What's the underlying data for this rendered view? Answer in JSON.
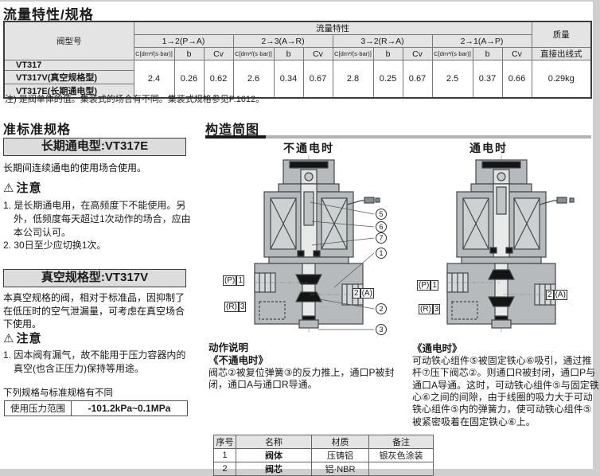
{
  "page_title": "流量特性/规格",
  "icons": {
    "warning": "⚠"
  },
  "colors": {
    "header_bg": "#e4e4e4",
    "box_bg": "#dcdcdc",
    "diagram_gray": "#b6babc",
    "rule_dark": "#191919",
    "rule_gray": "#b3b3b3"
  },
  "flow_table": {
    "model_header": "阀型号",
    "flow_header": "流量特性",
    "mass_header": "质量",
    "mass_sub_header": "直接出线式",
    "groups": [
      "1→2(P→A)",
      "2→3(A→R)",
      "3→2(R→A)",
      "2→1(A→P)"
    ],
    "sub_c": "C[dm³/(s·bar)]",
    "sub_b": "b",
    "sub_cv": "Cv",
    "models": [
      "VT317",
      "VT317V(真空规格型)",
      "VT317E(长期通电型)"
    ],
    "values": [
      "2.4",
      "0.26",
      "0.62",
      "2.6",
      "0.34",
      "0.67",
      "2.8",
      "0.25",
      "0.67",
      "2.5",
      "0.37",
      "0.66"
    ],
    "mass_value": "0.29kg"
  },
  "table_note": "注) 是阀单体的值。集装式的场合有不同。集装式规格参见P.1612。",
  "semi_standard": {
    "section_title": "准标准规格",
    "e_type": {
      "box_title": "长期通电型:VT317E",
      "desc": "长期间连续通电的使用场合使用。",
      "caution_title": "注意",
      "items": [
        "1. 是长期通电用，在高频度下不能使用。另外，低频度每天超过1次动作的场合，应由本公司认可。",
        "2. 30日至少应切换1次。"
      ]
    },
    "v_type": {
      "box_title": "真空规格型:VT317V",
      "desc": "本真空规格的阀，相对于标准品，因抑制了在低压时的空气泄漏量，可考虑在真空场合下使用。",
      "caution_title": "注意",
      "items": [
        "1. 因本阀有漏气，故不能用于压力容器内的真空(也含正压力)保持等用途。"
      ]
    },
    "diff_note": "下列规格与标准规格有不同",
    "pressure_row": {
      "label": "使用压力范围",
      "value": "-101.2kPa~0.1MPa"
    }
  },
  "construction": {
    "section_title": "构造简图",
    "left_diagram": {
      "title": "不通电时",
      "callouts": [
        "5",
        "6",
        "7",
        "1",
        "2",
        "3"
      ],
      "port_p": [
        "(P)",
        "1"
      ],
      "port_a": [
        "2",
        "(A)"
      ],
      "port_r": [
        "(R)",
        "3"
      ]
    },
    "right_diagram": {
      "title": "通电时",
      "port_p": [
        "(P)",
        "1"
      ],
      "port_a": [
        "2",
        "(A)"
      ],
      "port_r": [
        "(R)",
        "3"
      ]
    },
    "operation": {
      "title": "动作说明",
      "off_title": "《不通电时》",
      "off_text": "阀芯②被复位弹簧③的反力推上，通口P被封闭，通口A与通口R导通。",
      "on_title": "《通电时》",
      "on_text": "可动铁心组件⑤被固定铁心⑥吸引，通过推杆⑦压下阀芯②。则通口R被封闭，通口P与通口A导通。这时，可动铁心组件⑤与固定铁心⑥之间的间隙，由于线圈的吸力大于可动铁心组件⑤内的弹簧力，使可动铁心组件⑤被紧密吸着在固定铁心⑥上。"
    }
  },
  "materials_table": {
    "headers": [
      "序号",
      "名称",
      "材质",
      "备注"
    ],
    "rows": [
      [
        "1",
        "阀体",
        "压铸铝",
        "银灰色涂装"
      ],
      [
        "2",
        "阀芯",
        "铝·NBR",
        ""
      ]
    ]
  }
}
